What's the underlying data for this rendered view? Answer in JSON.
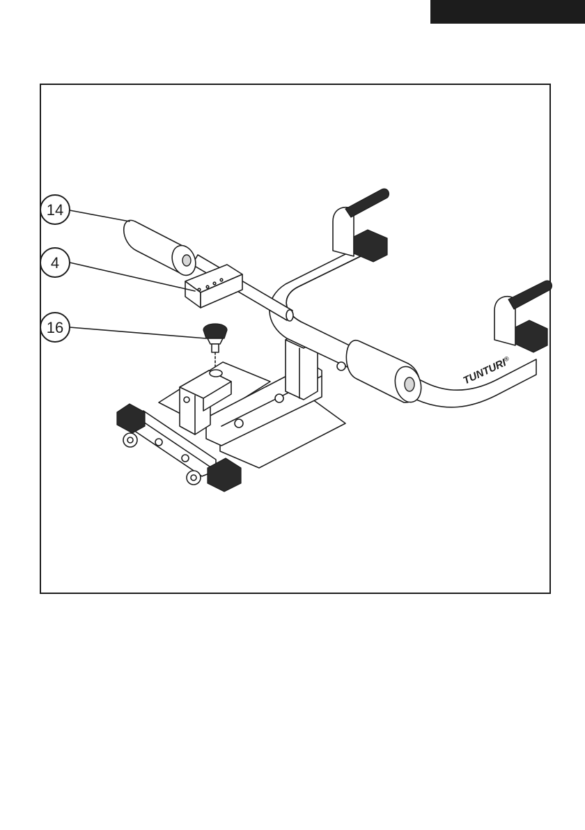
{
  "page": {
    "header_tab_color": "#1c1c1c"
  },
  "diagram": {
    "callouts": [
      {
        "id": "c14",
        "label": "14"
      },
      {
        "id": "c4",
        "label": "4"
      },
      {
        "id": "c16",
        "label": "16"
      }
    ],
    "brand_label": "TUNTURI",
    "brand_mark": "®"
  }
}
